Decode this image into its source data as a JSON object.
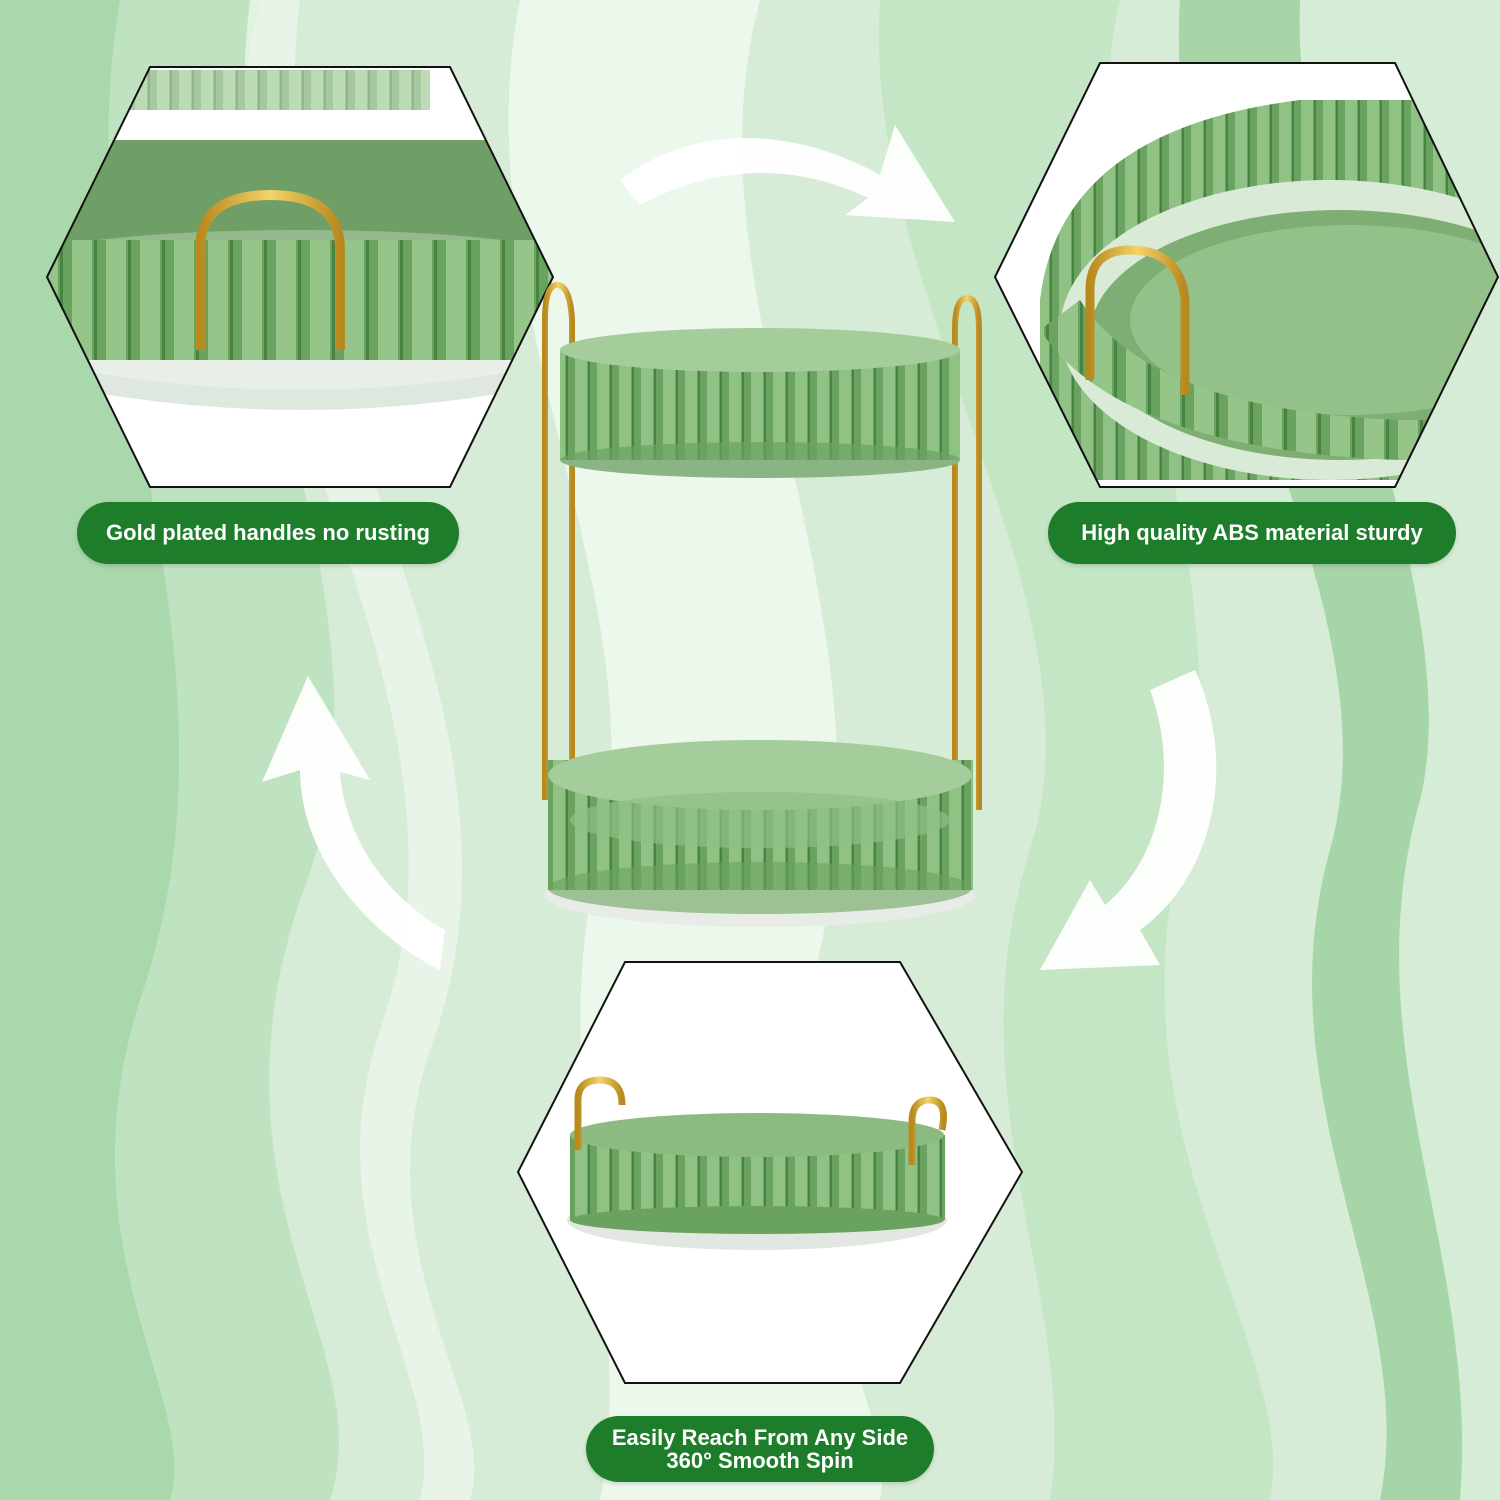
{
  "colors": {
    "background": "#dcefdc",
    "wave_light": "#f2faf2",
    "wave_mid": "#b9e0bb",
    "wave_deep": "#98d19c",
    "pill": "#1e7d2a",
    "tray": "#5f9a56",
    "tray_dark": "#3f7a3a",
    "tray_light": "#8fc085",
    "gold": "#d4a93a",
    "gold_light": "#f3d36a",
    "arrow": "#ffffff"
  },
  "features": {
    "handles": {
      "label": "Gold plated handles no rusting"
    },
    "material": {
      "label": "High quality ABS material sturdy"
    },
    "spin": {
      "line1": "Easily Reach From Any Side",
      "line2": "360° Smooth Spin"
    }
  },
  "icons": [
    "rotate-arrow-icon",
    "rotate-arrow-icon",
    "rotate-arrow-icon"
  ]
}
